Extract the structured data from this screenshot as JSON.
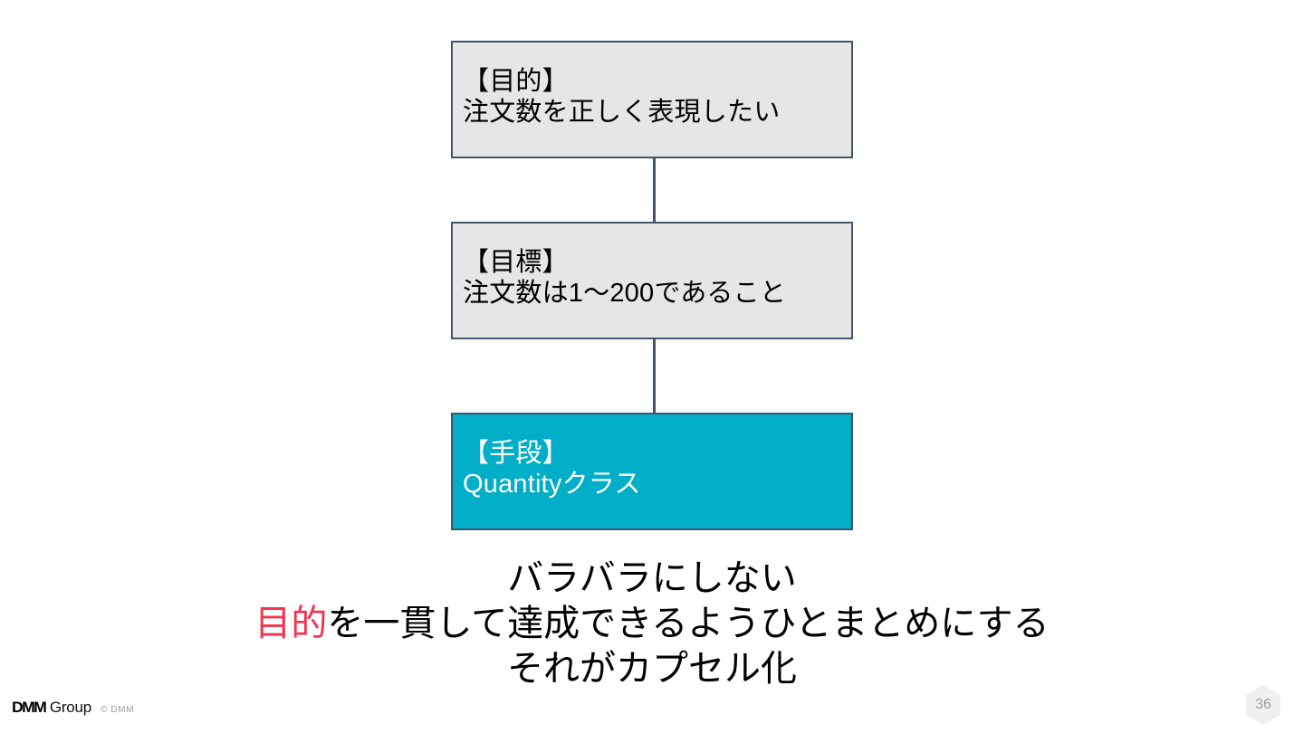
{
  "slide": {
    "page_number": "36",
    "colors": {
      "node_border": "#44546A",
      "node_fill": "#E6E6E6",
      "accent": "#00AEC7",
      "highlight_red": "#F4334F",
      "badge_fill": "#F0F0F0"
    }
  },
  "flow": {
    "nodes": [
      {
        "label": "purpose",
        "line1": "【目的】",
        "line2": "注文数を正しく表現したい",
        "style": "gray"
      },
      {
        "label": "goal",
        "line1": "【目標】",
        "line2": "注文数は1〜200であること",
        "style": "gray"
      },
      {
        "label": "means",
        "line1": "【手段】",
        "line2": "Quantityクラス",
        "style": "accent"
      }
    ]
  },
  "caption": {
    "line1": "バラバラにしない",
    "line2_highlight": "目的",
    "line2_rest": "を一貫して達成できるようひとまとめにする",
    "line3": "それがカプセル化"
  },
  "footer": {
    "logo_mark": "DMM",
    "logo_word": "Group",
    "copyright": "© DMM"
  }
}
